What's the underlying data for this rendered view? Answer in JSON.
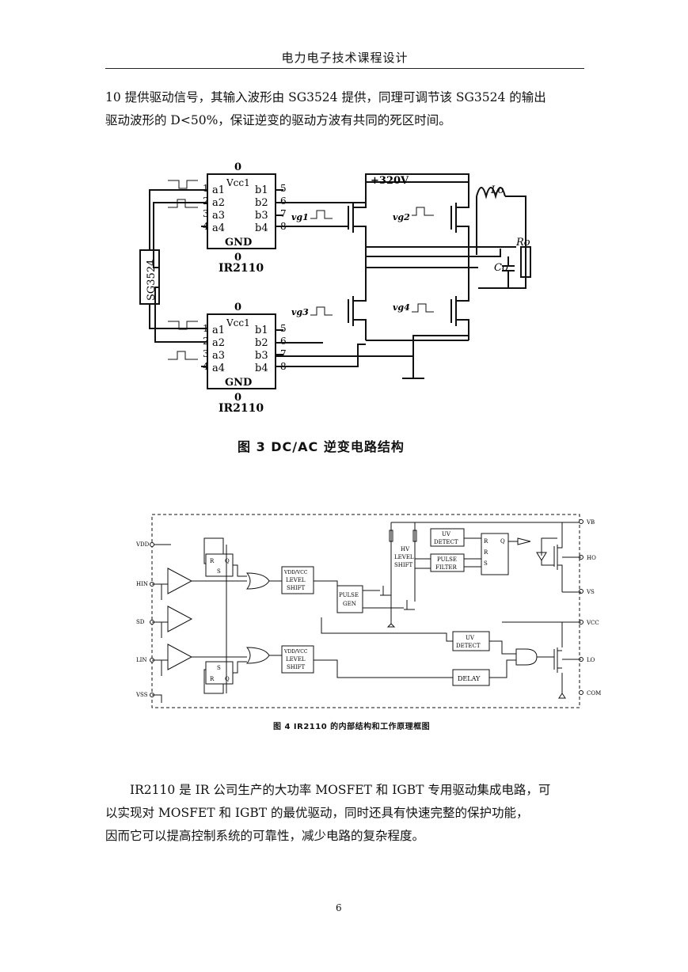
{
  "page": {
    "header": "电力电子技术课程设计",
    "page_number": "6"
  },
  "para1": {
    "line1": "10 提供驱动信号，其输入波形由 SG3524 提供，同理可调节该 SG3524 的输出",
    "line2": "驱动波形的 D<50%，保证逆变的驱动方波有共同的死区时间。"
  },
  "fig3": {
    "caption": "图 3    DC/AC 逆变电路结构",
    "voltage": "+320V",
    "controller": "SG3524",
    "chip_name": "IR2110",
    "chip_top": "0",
    "chip_bottom": "0",
    "vcc": "Vcc1",
    "gnd": "GND",
    "left_pins": [
      "a1",
      "a2",
      "a3",
      "a4"
    ],
    "right_pins": [
      "b1",
      "b2",
      "b3",
      "b4"
    ],
    "left_nums": [
      "1",
      "2",
      "3",
      "4"
    ],
    "right_nums": [
      "5",
      "6",
      "7",
      "8"
    ],
    "gate1": "vg1",
    "gate2": "vg2",
    "gate3": "vg3",
    "gate4": "vg4",
    "inductor": "Lo",
    "capacitor": "Co",
    "resistor": "Ro"
  },
  "fig4": {
    "caption": "图 4    IR2110 的内部结构和工作原理框图",
    "pins_left": [
      "VDD",
      "HIN",
      "SD",
      "LIN",
      "VSS"
    ],
    "pins_right": [
      "VB",
      "HO",
      "VS",
      "VCC",
      "LO",
      "COM"
    ],
    "blocks": {
      "level_shift_top": [
        "VDD/VCC",
        "LEVEL",
        "SHIFT"
      ],
      "level_shift_bottom": [
        "VDD/VCC",
        "LEVEL",
        "SHIFT"
      ],
      "pulse_gen": [
        "PULSE",
        "GEN"
      ],
      "hv_level_shift": [
        "HV",
        "LEVEL",
        "SHIFT"
      ],
      "uv_detect_top": [
        "UV",
        "DETECT"
      ],
      "pulse_filter": [
        "PULSE",
        "FILTER"
      ],
      "uv_detect_bottom": [
        "UV",
        "DETECT"
      ],
      "delay": "DELAY",
      "ff_top": [
        "R",
        "Q",
        "S"
      ],
      "ff_bottom": [
        "S",
        "R",
        "Q"
      ],
      "latch": [
        "R",
        "R",
        "S",
        "Q"
      ]
    }
  },
  "para2": {
    "line1": "IR2110 是 IR 公司生产的大功率 MOSFET 和 IGBT 专用驱动集成电路，可",
    "line2": "以实现对 MOSFET 和 IGBT 的最优驱动，同时还具有快速完整的保护功能，",
    "line3": "因而它可以提高控制系统的可靠性，减少电路的复杂程度。"
  }
}
